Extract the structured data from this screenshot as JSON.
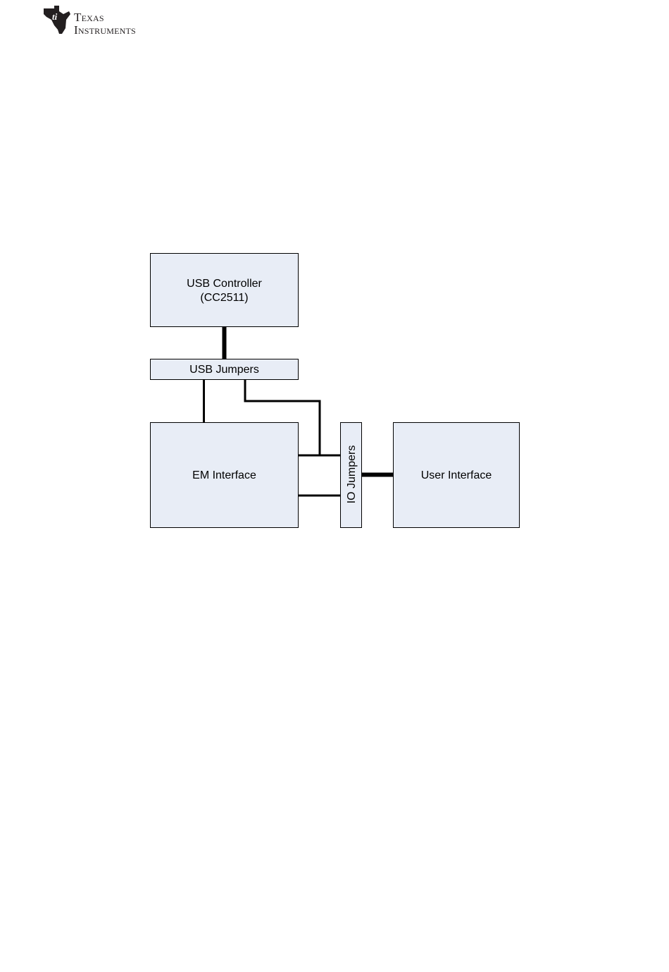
{
  "logo": {
    "company_line1": "Texas",
    "company_line2": "Instruments"
  },
  "diagram": {
    "blocks": {
      "usb_controller": {
        "line1": "USB Controller",
        "line2": "(CC2511)"
      },
      "usb_jumpers": "USB Jumpers",
      "em_interface": "EM Interface",
      "io_jumpers": "IO Jumpers",
      "user_interface": "User Interface"
    },
    "colors": {
      "block_fill": "#e8edf6",
      "line": "#000000"
    }
  }
}
